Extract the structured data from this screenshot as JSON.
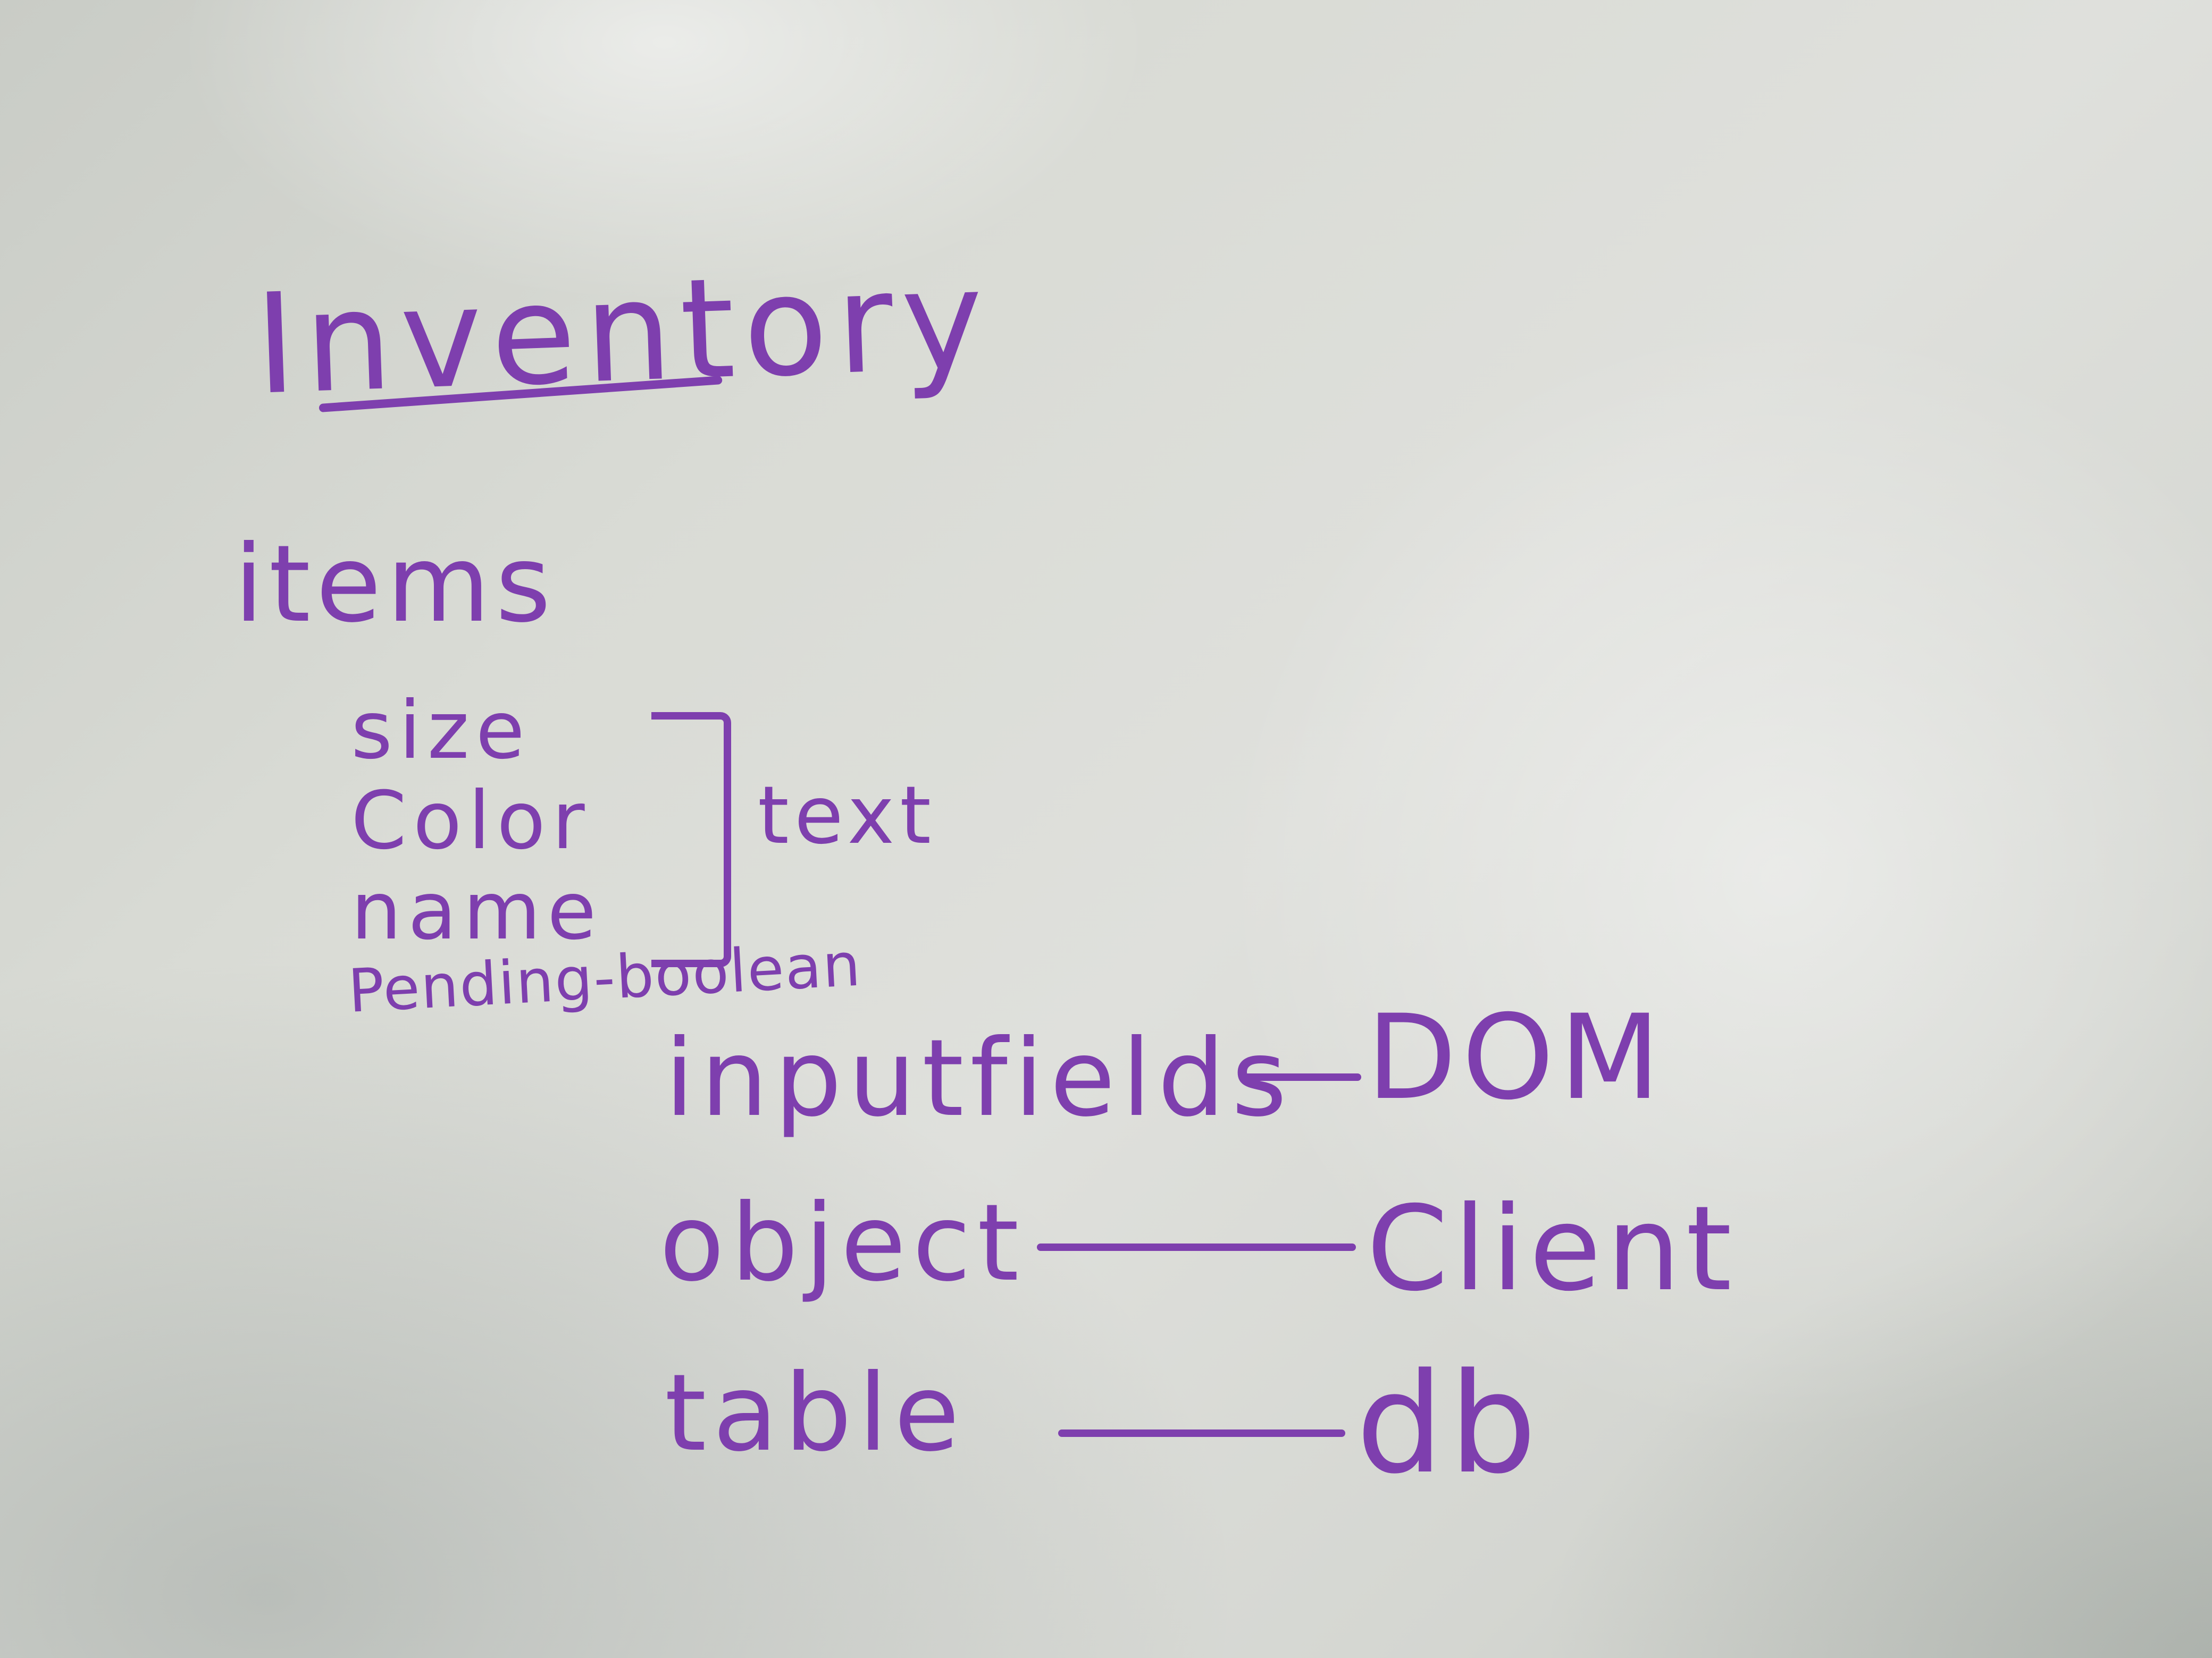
{
  "board": {
    "title": "Inventory",
    "section_label": "items",
    "text_fields": [
      "size",
      "Color",
      "name"
    ],
    "text_fields_type": "text",
    "pending_field": "Pending-boolean",
    "mappings": [
      {
        "from": "inputfields",
        "to": "DOM"
      },
      {
        "from": "object",
        "to": "Client"
      },
      {
        "from": "table",
        "to": "db"
      }
    ]
  },
  "colors": {
    "marker_ink": "#7e3fae",
    "whiteboard": "#dcdeda"
  }
}
